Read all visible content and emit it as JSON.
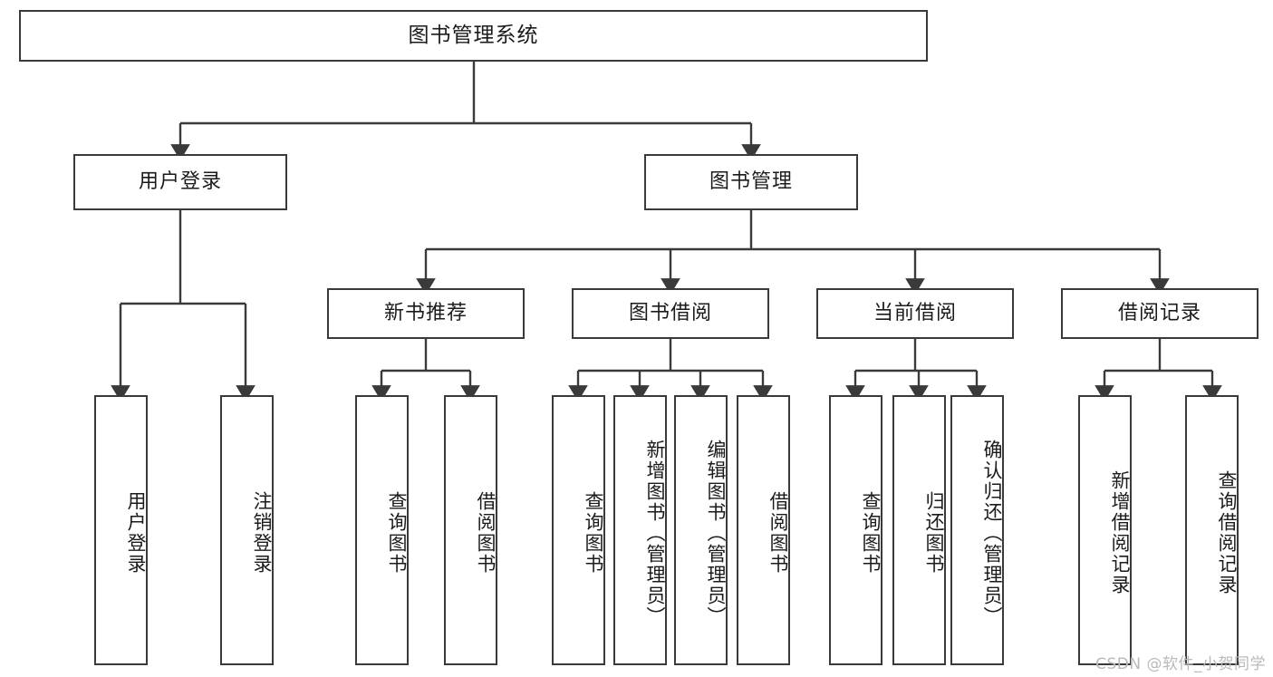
{
  "diagram": {
    "type": "tree-hierarchy-chart",
    "title": "图书管理系统",
    "stroke_color": "#3a3a3a",
    "background_color": "#ffffff",
    "text_color": "#1b1b1b",
    "nodes": {
      "root": {
        "label": "图书管理系统"
      },
      "level2": [
        {
          "id": "user-login",
          "label": "用户登录"
        },
        {
          "id": "book-manage",
          "label": "图书管理"
        }
      ],
      "level3": [
        {
          "id": "new-book-rec",
          "label": "新书推荐"
        },
        {
          "id": "book-borrow",
          "label": "图书借阅"
        },
        {
          "id": "current-borrow",
          "label": "当前借阅"
        },
        {
          "id": "borrow-record",
          "label": "借阅记录"
        }
      ],
      "leaves": {
        "user-login": [
          {
            "id": "leaf-user-login",
            "label": "用户登录"
          },
          {
            "id": "leaf-user-logout",
            "label": "注销登录"
          }
        ],
        "new-book-rec": [
          {
            "id": "leaf-query-book-1",
            "label": "查询图书"
          },
          {
            "id": "leaf-borrow-book-1",
            "label": "借阅图书"
          }
        ],
        "book-borrow": [
          {
            "id": "leaf-query-book-2",
            "label": "查询图书"
          },
          {
            "id": "leaf-add-book",
            "label": "新增图书（管理员）"
          },
          {
            "id": "leaf-edit-book",
            "label": "编辑图书（管理员）"
          },
          {
            "id": "leaf-borrow-book-2",
            "label": "借阅图书"
          }
        ],
        "current-borrow": [
          {
            "id": "leaf-query-book-3",
            "label": "查询图书"
          },
          {
            "id": "leaf-return-book",
            "label": "归还图书"
          },
          {
            "id": "leaf-confirm-return",
            "label": "确认归还（管理员）"
          }
        ],
        "borrow-record": [
          {
            "id": "leaf-add-record",
            "label": "新增借阅记录"
          },
          {
            "id": "leaf-query-record",
            "label": "查询借阅记录"
          }
        ]
      }
    },
    "watermark": "CSDN @软件_小贺同学"
  }
}
